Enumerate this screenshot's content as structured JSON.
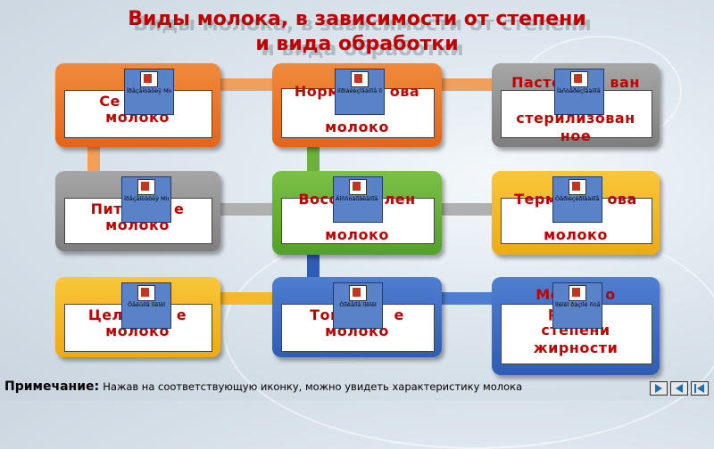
{
  "title": {
    "line1": "Виды молока, в зависимости от степени",
    "line2": "и вида обработки"
  },
  "boxes": [
    {
      "id": "cel-top",
      "label": "Се...\nмолоко",
      "obj_caption": "Ïðåçåíòàöèÿ Microsoft PowerPoint"
    },
    {
      "id": "norm",
      "label": "Нормализова\nнное\nмолоко",
      "obj_caption": "Íîðìàëèçîâàííîå ìîëîêî"
    },
    {
      "id": "pasteur",
      "label": "Пастеризован\n...\nстерилизован\nное",
      "obj_caption": "Ïàñòåðèçîâàííîå ñòåðèëèçîâàííîå"
    },
    {
      "id": "pitevoe",
      "label": "Пит...ое\nмолоко",
      "obj_caption": "Ïðåçåíòàöèÿ Microsoft PowerPoint"
    },
    {
      "id": "vosst",
      "label": "Восс...ставлен\nное\nмолоко",
      "obj_caption": "Âîññòàíîâëåííîå ìîëîêî"
    },
    {
      "id": "termo",
      "label": "Терм...ова\nнное\nмолоко",
      "obj_caption": "Òåðìèçèðîâàííîå ìîëîêî"
    },
    {
      "id": "cel-bot",
      "label": "Цел...е\nмолоко",
      "obj_caption": "Öåëüíîå ìîëîêî"
    },
    {
      "id": "topl",
      "label": "Топ...ое\nмолоко",
      "obj_caption": "Òîïëåíîå ìîëîêî"
    },
    {
      "id": "fat",
      "label": "Мо...о\nр...\nстепени\nжирности",
      "obj_caption": "Ìîëîêî ðàçíîé ñòåïåíè æèðíîñòè"
    }
  ],
  "note": {
    "label": "Примечание:",
    "text": "Нажав на соответствующую иконку, можно увидеть характеристику молока"
  },
  "nav": [
    "next",
    "prev",
    "first-last"
  ],
  "colors": {
    "title": "#c00000",
    "orange": "#e4651a",
    "gray": "#8a8a8a",
    "green": "#52a12a",
    "yellow": "#eeaa12",
    "blue": "#2f5db3"
  }
}
